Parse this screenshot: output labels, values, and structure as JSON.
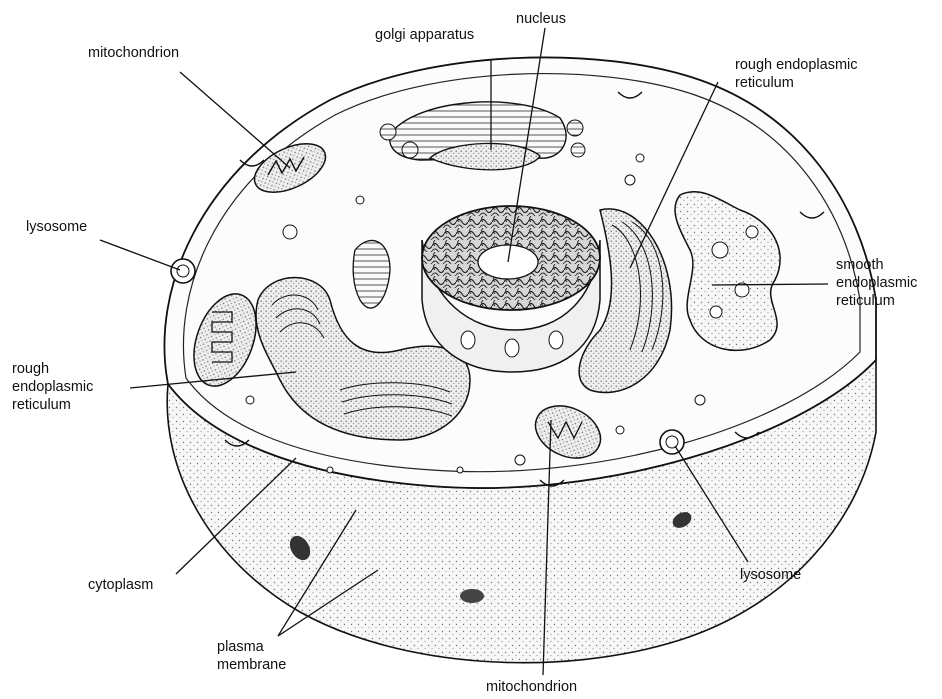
{
  "labels": {
    "mito_top": "mitochondrion",
    "golgi": "golgi apparatus",
    "nucleus": "nucleus",
    "rer_right": [
      "rough endoplasmic",
      "reticulum"
    ],
    "lysosome_left": "lysosome",
    "ser": [
      "smooth",
      "endoplasmic",
      "reticulum"
    ],
    "rer_left": [
      "rough",
      "endoplasmic",
      "reticulum"
    ],
    "cytoplasm": "cytoplasm",
    "lysosome_right": "lysosome",
    "plasma_membrane": [
      "plasma",
      "membrane"
    ],
    "mito_bottom": "mitochondrion"
  },
  "colors": {
    "ink": "#111111",
    "cell_fill": "#f4f4f4",
    "cut_face": "#fbfbfb",
    "stipple": "#8a8a8a"
  }
}
